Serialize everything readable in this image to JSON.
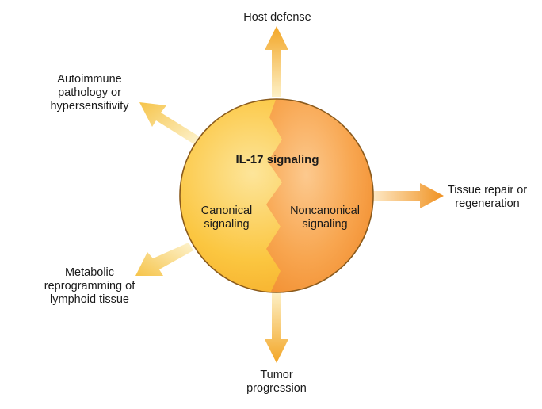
{
  "center": {
    "title": "IL-17 signaling",
    "left_lines": [
      "Canonical",
      "signaling"
    ],
    "right_lines": [
      "Noncanonical",
      "signaling"
    ]
  },
  "outcomes": {
    "top": [
      "Host defense"
    ],
    "upper_left": [
      "Autoimmune",
      "pathology or",
      "hypersensitivity"
    ],
    "right": [
      "Tissue repair or",
      "regeneration"
    ],
    "lower_left": [
      "Metabolic",
      "reprogramming of",
      "lymphoid tissue"
    ],
    "bottom": [
      "Tumor",
      "progression"
    ]
  },
  "colors": {
    "canonical_half": "#fbc640",
    "noncanonical_half": "#f7a14a",
    "circle_outline": "#8a5a1c",
    "arrow_light": "#fbe7a8",
    "arrow_dark": "#f2a22a"
  }
}
